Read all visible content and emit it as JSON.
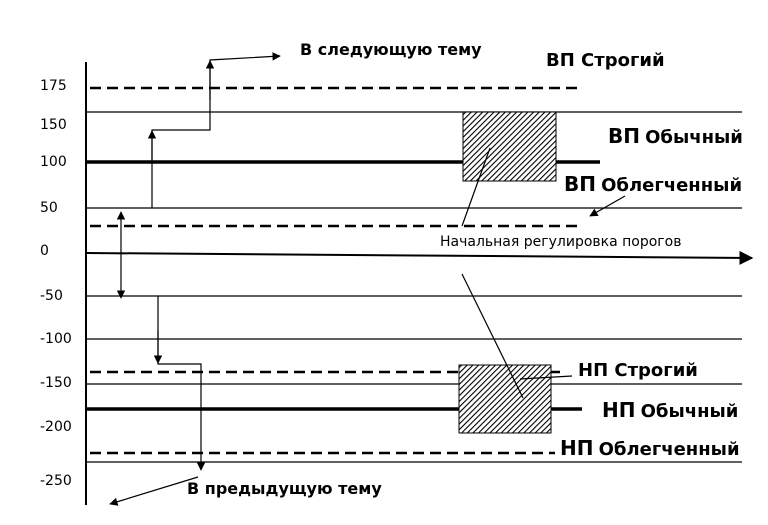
{
  "y_ticks": [
    "175",
    "150",
    "100",
    "50",
    "0",
    "-50",
    "-100",
    "-150",
    "-200",
    "-250"
  ],
  "labels": {
    "next_topic": "В следующую тему",
    "prev_topic": "В предыдущую тему",
    "initial_adjust": "Начальная регулировка порогов",
    "vp_strict": "ВП Строгий",
    "vp_normal_abbr": "ВП",
    "vp_normal_word": "Обычный",
    "vp_light_abbr": "ВП",
    "vp_light_word": "Облегченный",
    "np_strict": "НП Строгий",
    "np_normal_abbr": "НП",
    "np_normal_word": "Обычный",
    "np_light_abbr": "НП",
    "np_light_word": "Облегченный"
  },
  "colors": {
    "ink": "#000000",
    "background": "#ffffff"
  }
}
